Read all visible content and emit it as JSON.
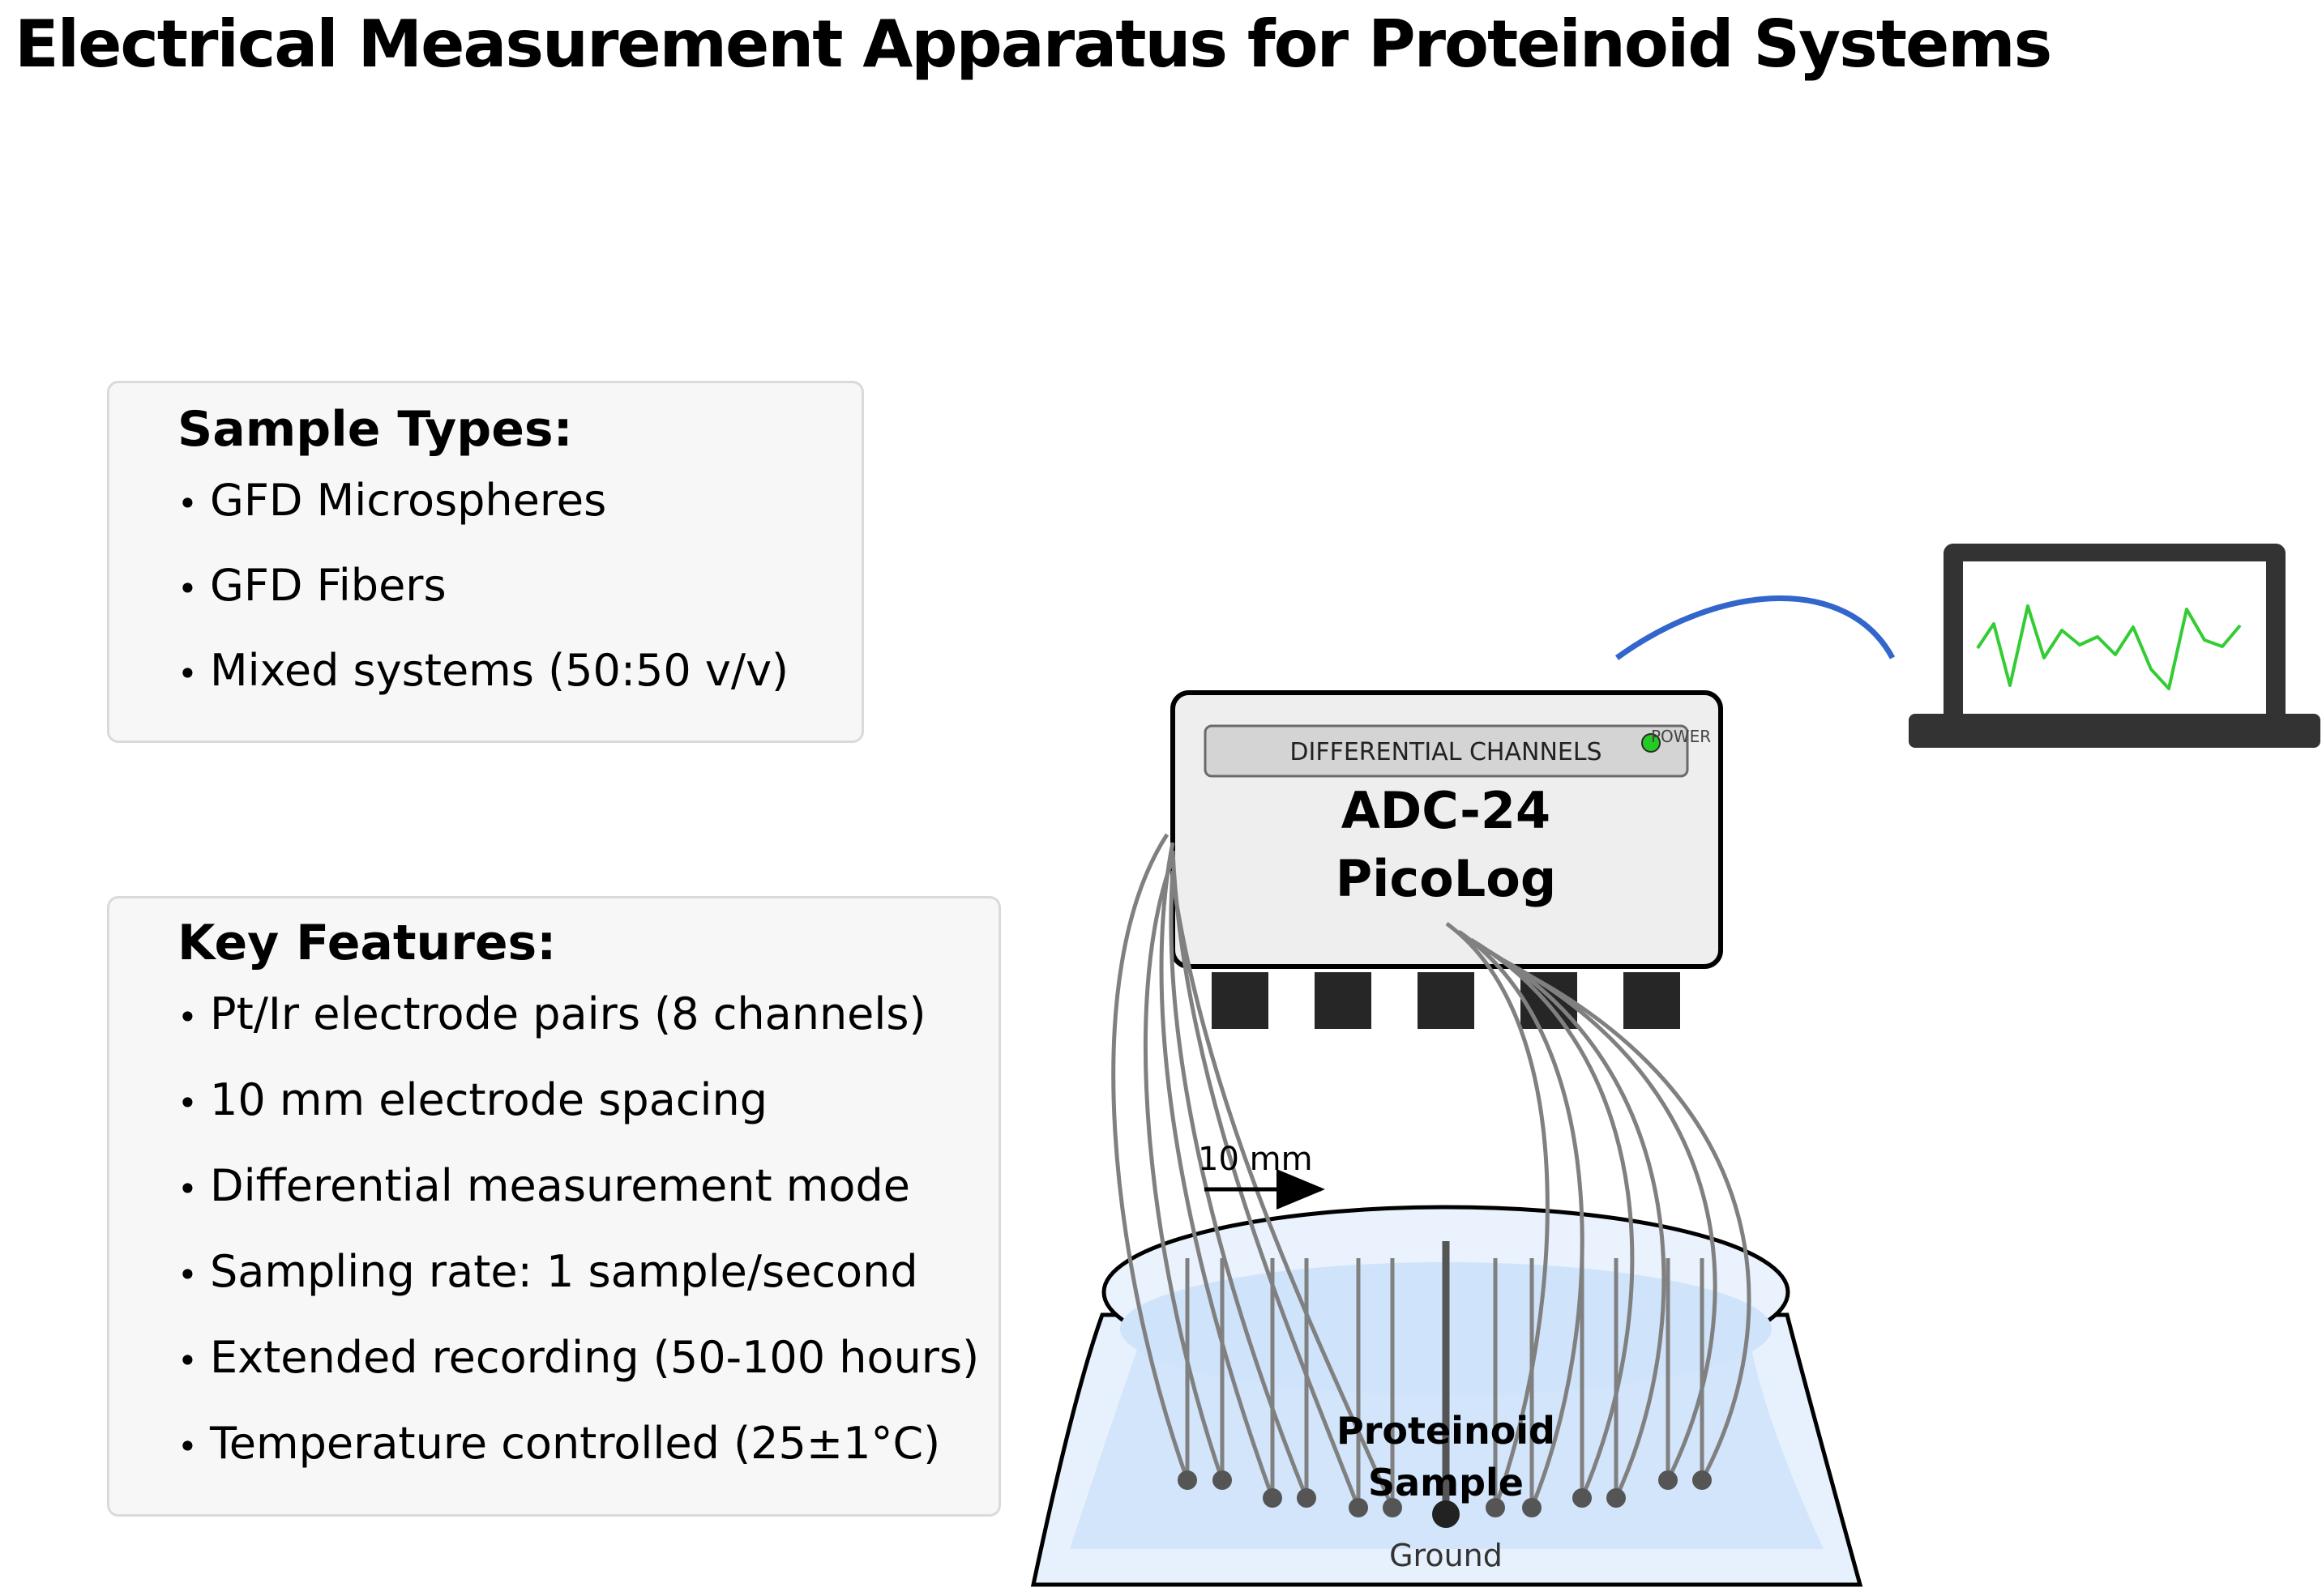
{
  "title": "Electrical Measurement Apparatus for Proteinoid Systems",
  "sample_types": {
    "heading": "Sample Types:",
    "items": [
      "GFD Microspheres",
      "GFD Fibers",
      "Mixed systems (50:50 v/v)"
    ]
  },
  "key_features": {
    "heading": "Key Features:",
    "items": [
      "Pt/Ir electrode pairs (8 channels)",
      "10 mm electrode spacing",
      "Differential measurement mode",
      "Sampling rate: 1 sample/second",
      "Extended recording (50-100 hours)",
      "Temperature controlled (25±1°C)"
    ]
  },
  "logger": {
    "panel_label": "DIFFERENTIAL CHANNELS",
    "power_label": "POWER",
    "name_line1": "ADC-24",
    "name_line2": "PicoLog"
  },
  "sample": {
    "label_line1": "Proteinoid",
    "label_line2": "Sample",
    "ground_label": "Ground"
  },
  "spacing_label": "10 mm",
  "colors": {
    "power_led": "#22cc22",
    "usb_cable": "#3366cc",
    "signal_trace": "#33cc33",
    "liquid": "#cfe3fb",
    "wire": "#808080"
  }
}
